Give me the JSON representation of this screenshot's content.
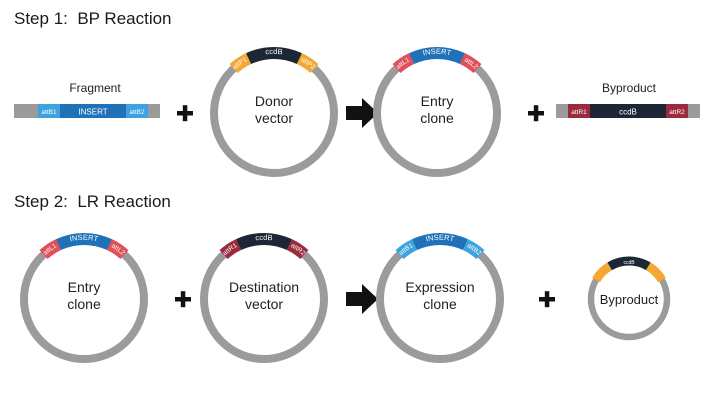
{
  "step1": {
    "title": "Step 1:  BP Reaction",
    "fragment": {
      "caption": "Fragment",
      "left": "attB1",
      "insert": "INSERT",
      "right": "attB2"
    },
    "donor": {
      "line1": "Donor",
      "line2": "vector",
      "left": "attP1",
      "center": "ccdB",
      "right": "attP2"
    },
    "entry": {
      "line1": "Entry",
      "line2": "clone",
      "left": "attL1",
      "center": "INSERT",
      "right": "attL2"
    },
    "byproduct": {
      "caption": "Byproduct",
      "left": "attR1",
      "center": "ccdB",
      "right": "attR2"
    }
  },
  "step2": {
    "title": "Step 2:  LR Reaction",
    "entry": {
      "line1": "Entry",
      "line2": "clone",
      "left": "attL1",
      "center": "INSERT",
      "right": "attL2"
    },
    "destination": {
      "line1": "Destination",
      "line2": "vector",
      "left": "attR1",
      "center": "ccdB",
      "right": "attR2"
    },
    "expression": {
      "line1": "Expression",
      "line2": "clone",
      "left": "attB1",
      "center": "INSERT",
      "right": "attB2"
    },
    "byproduct": {
      "label": "Byproduct",
      "center": "ccdB"
    }
  },
  "colors": {
    "backbone": "#9b9b9b",
    "insert": "#1f72b8",
    "insert_light": "#3d9ad9",
    "ccdb": "#1c2736",
    "attP": "#f4a833",
    "attL": "#e0505a",
    "attR": "#9c2a3e",
    "attB": "#3da3e0",
    "symbol": "#111111"
  }
}
